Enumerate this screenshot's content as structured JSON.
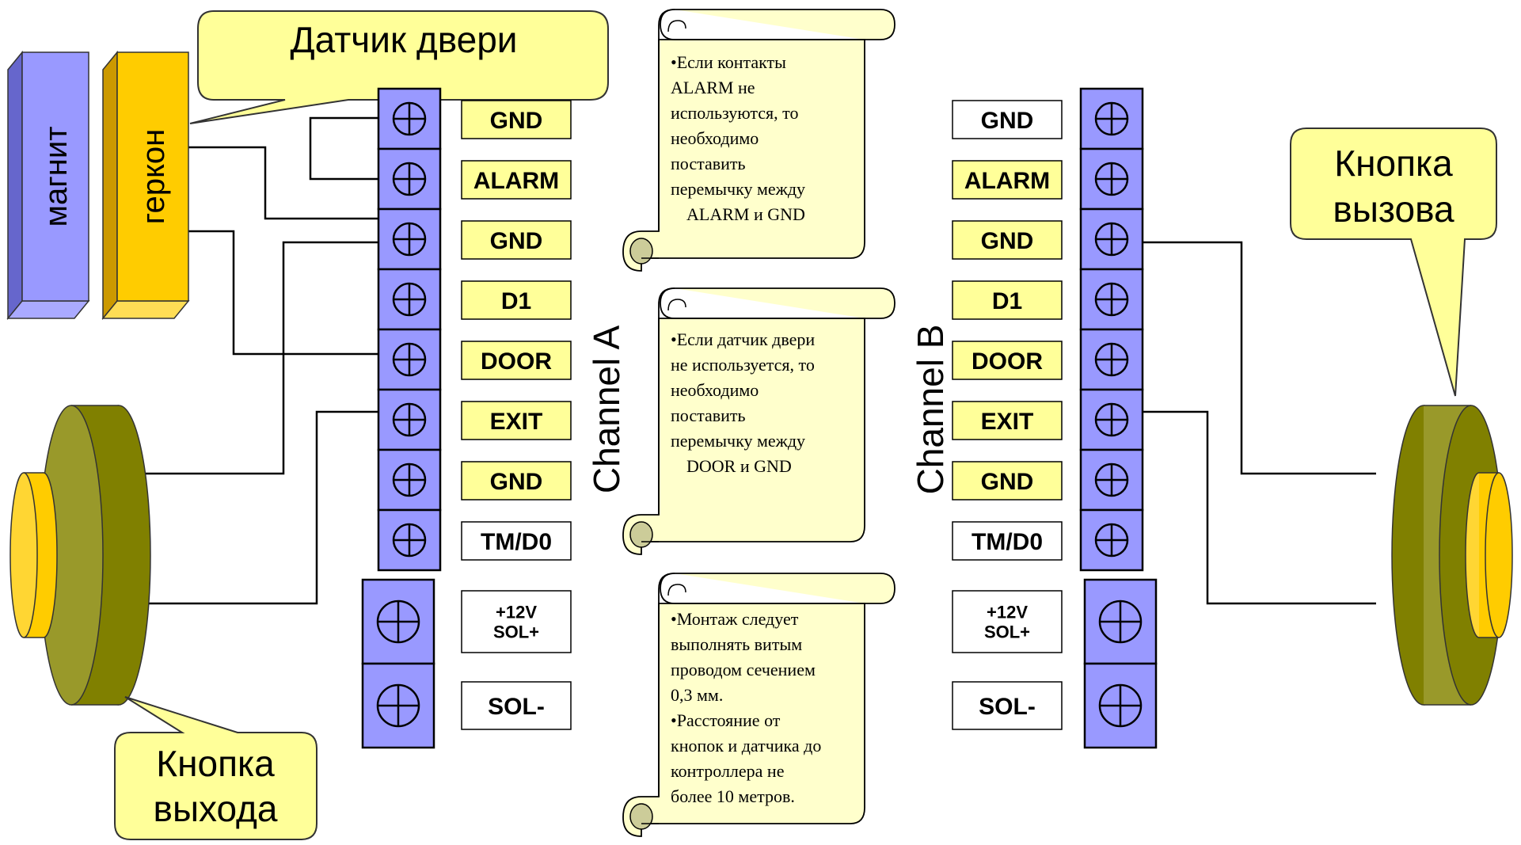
{
  "palette": {
    "terminal_fill": "#9999ff",
    "label_yellow": "#ffff99",
    "callout_fill": "#ffff99",
    "wire": "#000000",
    "magnet_front": "#9999ff",
    "magnet_side": "#6666cc",
    "reed_front": "#ffcc00",
    "reed_side": "#cc9900",
    "button_outer": "#808000",
    "button_inner": "#ffcc00",
    "scroll_fill": "#ffffcc"
  },
  "callouts": {
    "door_sensor": "Датчик двери",
    "exit_button_line1": "Кнопка",
    "exit_button_line2": "выхода",
    "call_button_line1": "Кнопка",
    "call_button_line2": "вызова"
  },
  "devices": {
    "magnet": "магнит",
    "reed_switch": "геркон"
  },
  "channel_a": {
    "title": "Channel A",
    "pins": [
      {
        "label": "GND",
        "highlight": true
      },
      {
        "label": "ALARM",
        "highlight": true
      },
      {
        "label": "GND",
        "highlight": true
      },
      {
        "label": "D1",
        "highlight": true
      },
      {
        "label": "DOOR",
        "highlight": true
      },
      {
        "label": "EXIT",
        "highlight": true
      },
      {
        "label": "GND",
        "highlight": true
      },
      {
        "label": "TM/D0",
        "highlight": false
      }
    ],
    "power": [
      {
        "label": "+12V\nSOL+"
      },
      {
        "label": "SOL-"
      }
    ]
  },
  "channel_b": {
    "title": "Channel B",
    "pins": [
      {
        "label": "GND",
        "highlight": false
      },
      {
        "label": "ALARM",
        "highlight": true
      },
      {
        "label": "GND",
        "highlight": true
      },
      {
        "label": "D1",
        "highlight": true
      },
      {
        "label": "DOOR",
        "highlight": true
      },
      {
        "label": "EXIT",
        "highlight": true
      },
      {
        "label": "GND",
        "highlight": true
      },
      {
        "label": "TM/D0",
        "highlight": false
      }
    ],
    "power": [
      {
        "label": "+12V\nSOL+"
      },
      {
        "label": "SOL-"
      }
    ]
  },
  "notes": [
    {
      "lines": [
        "•Если контакты",
        "ALARM не",
        "используются, то",
        "необходимо",
        "поставить",
        "перемычку между",
        "ALARM и GND"
      ],
      "indent_last": true
    },
    {
      "lines": [
        "•Если датчик двери",
        "не используется, то",
        "необходимо",
        "поставить",
        "перемычку между",
        "DOOR и GND"
      ],
      "indent_last": true
    },
    {
      "lines": [
        "•Монтаж следует",
        "выполнять витым",
        "проводом сечением",
        "0,3 мм.",
        "•Расстояние от",
        "кнопок и датчика до",
        "контроллера не",
        "более 10 метров."
      ],
      "indent_last": false
    }
  ]
}
